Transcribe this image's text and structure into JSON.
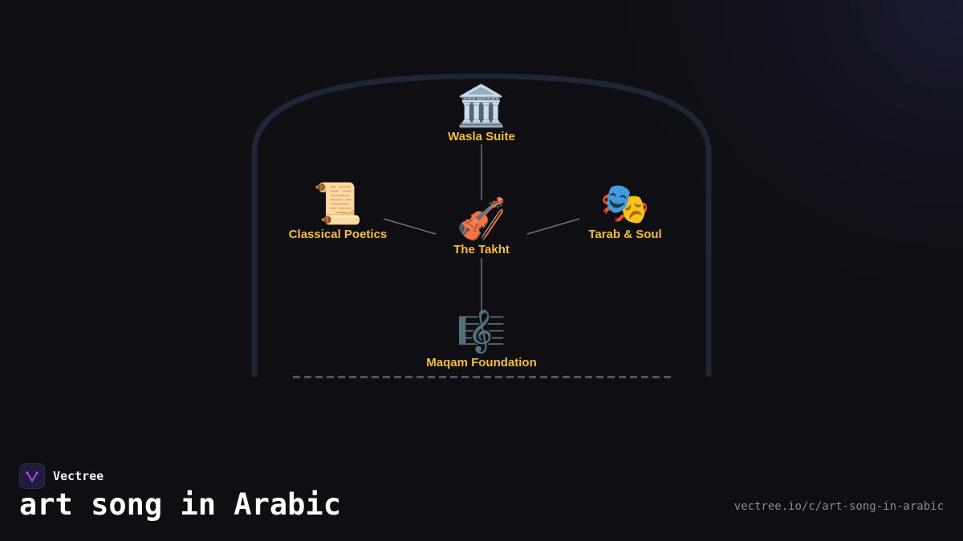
{
  "diagram": {
    "nodes": [
      {
        "id": "wasla",
        "icon": "classical-building-icon",
        "emoji": "🏛️",
        "label": "Wasla Suite"
      },
      {
        "id": "poetics",
        "icon": "scroll-icon",
        "emoji": "📜",
        "label": "Classical Poetics"
      },
      {
        "id": "takht",
        "icon": "violin-icon",
        "emoji": "🎻",
        "label": "The Takht"
      },
      {
        "id": "tarab",
        "icon": "performing-arts-masks-icon",
        "emoji": "🎭",
        "label": "Tarab & Soul"
      },
      {
        "id": "maqam",
        "icon": "musical-score-icon",
        "emoji": "🎼",
        "label": "Maqam Foundation"
      }
    ],
    "edges": [
      {
        "from": "wasla",
        "to": "takht"
      },
      {
        "from": "poetics",
        "to": "takht"
      },
      {
        "from": "tarab",
        "to": "takht"
      },
      {
        "from": "maqam",
        "to": "takht"
      }
    ],
    "colors": {
      "label": "#f6be3b",
      "arch": "#1e2535",
      "connector": "#6b7280",
      "base_dash": "#4b5563",
      "background": "#0e0e13"
    }
  },
  "footer": {
    "brand_name": "Vectree",
    "brand_icon": "vectree-logo-icon",
    "title": "art song in Arabic",
    "url": "vectree.io/c/art-song-in-arabic"
  }
}
